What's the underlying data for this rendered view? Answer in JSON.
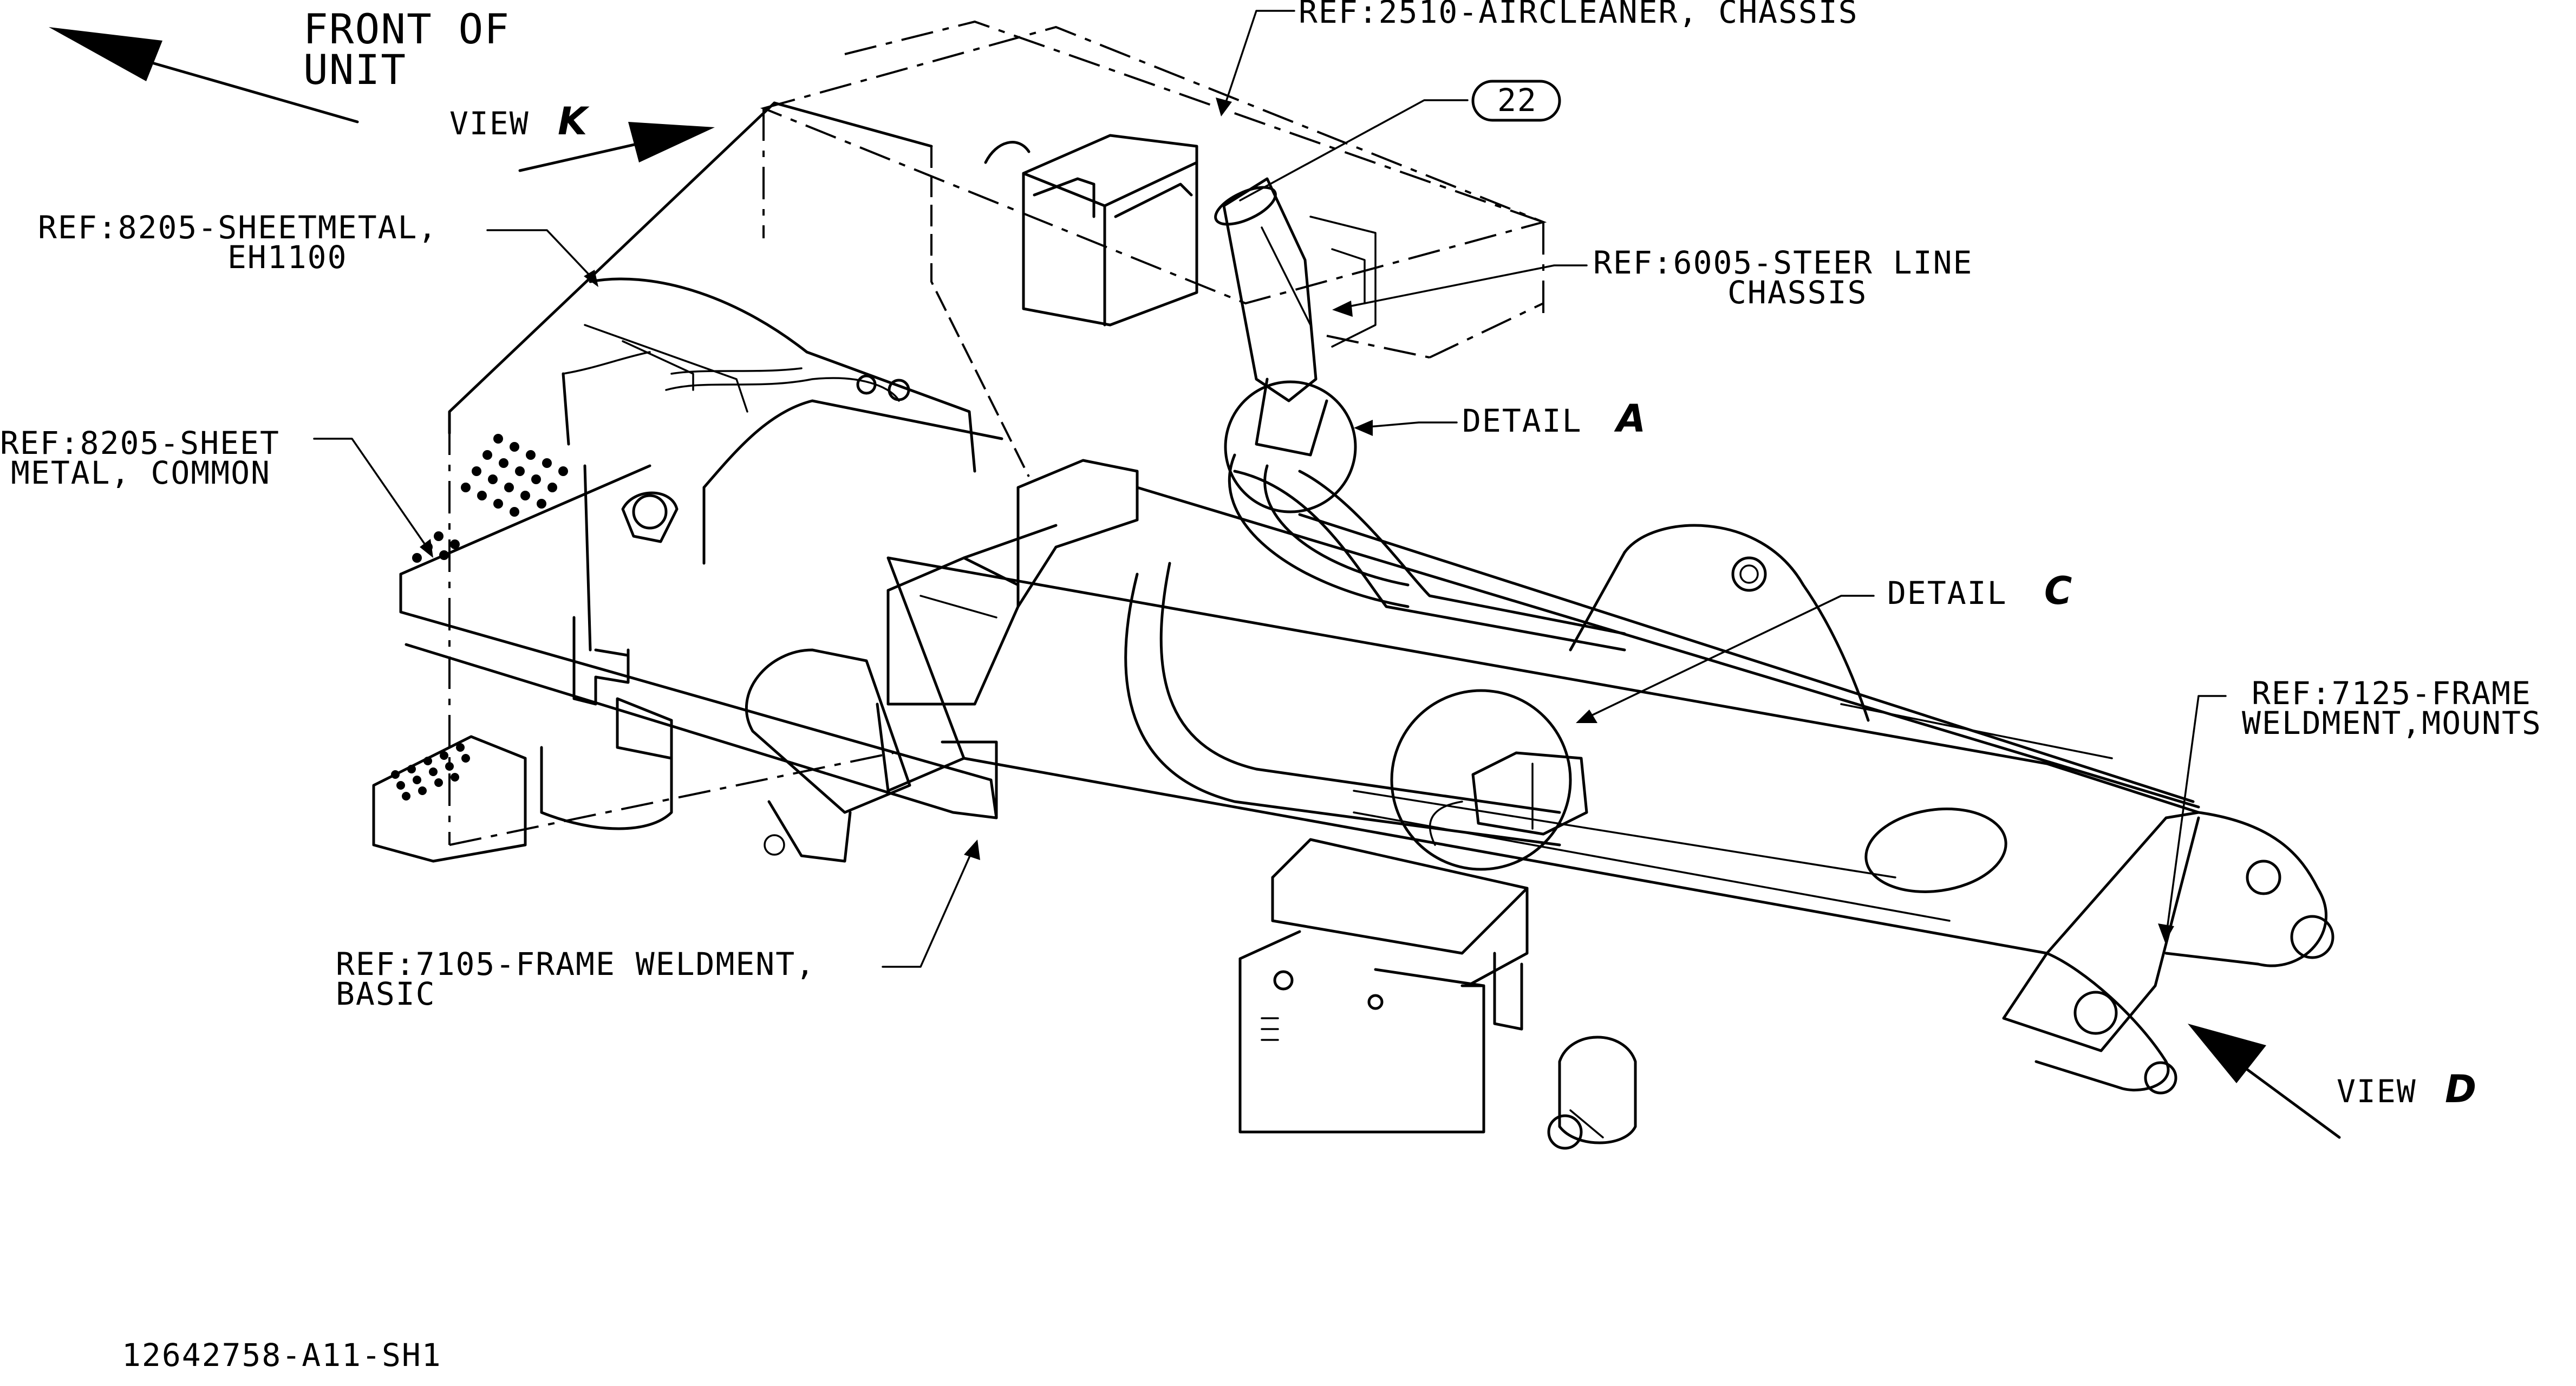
{
  "labels": {
    "front_of_unit_1": "FRONT OF",
    "front_of_unit_2": "UNIT",
    "view_k_text": "VIEW",
    "view_k_letter": "K",
    "view_d_text": "VIEW",
    "view_d_letter": "D",
    "ref_aircleaner": "REF:2510-AIRCLEANER, CHASSIS",
    "balloon_22": "22",
    "ref_sheetmetal_eh_1": "REF:8205-SHEETMETAL,",
    "ref_sheetmetal_eh_2": "EH1100",
    "ref_steer_1": "REF:6005-STEER LINE",
    "ref_steer_2": "CHASSIS",
    "detail_a_text": "DETAIL",
    "detail_a_letter": "A",
    "ref_sheet_common_1": "REF:8205-SHEET",
    "ref_sheet_common_2": "METAL, COMMON",
    "detail_c_text": "DETAIL",
    "detail_c_letter": "C",
    "ref_frame_mounts_1": "REF:7125-FRAME",
    "ref_frame_mounts_2": "WELDMENT,MOUNTS",
    "ref_frame_basic_1": "REF:7105-FRAME WELDMENT,",
    "ref_frame_basic_2": "BASIC",
    "drawing_number": "12642758-A11-SH1"
  }
}
